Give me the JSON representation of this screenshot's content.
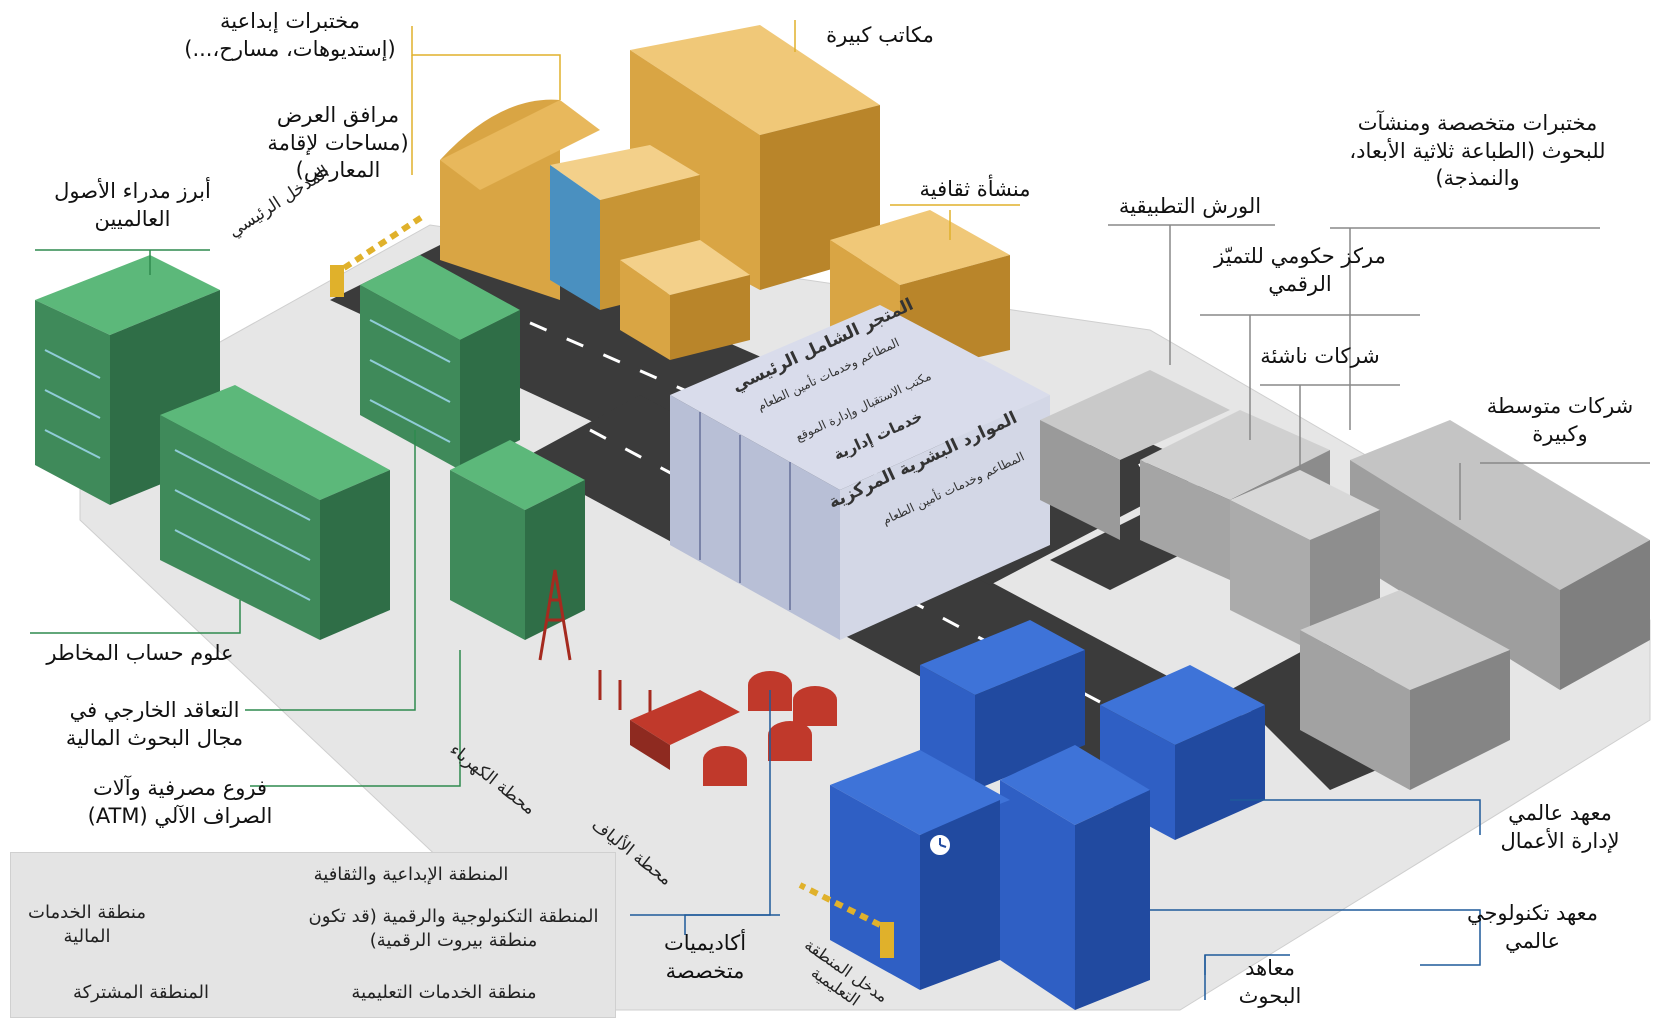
{
  "labels": {
    "creative_labs": "مختبرات إبداعية\n(إستديوهات، مسارح،...)",
    "big_offices": "مكاتب كبيرة",
    "exhibition": "مرافق العرض\n(مساحات لإقامة\nالمعارض)",
    "asset_managers": "أبرز مدراء الأصول\nالعالميين",
    "main_entrance": "المدخل الرئيسي",
    "cultural_facility": "منشأة ثقافية",
    "applied_workshops": "الورش التطبيقية",
    "research_labs": "مختبرات متخصصة ومنشآت\nللبحوث (الطباعة ثلاثية الأبعاد،\nوالنمذجة)",
    "gov_center": "مركز حكومي للتميّز\nالرقمي",
    "startups": "شركات ناشئة",
    "mid_large": "شركات متوسطة\nوكبيرة",
    "risk_sciences": "علوم حساب المخاطر",
    "outsourcing": "التعاقد الخارجي في\nمجال البحوث المالية",
    "bank_branches": "فروع مصرفية وآلات\nالصراف الآلي (ATM)",
    "power_station": "محطة الكهرباء",
    "fiber_station": "محطة الألياف",
    "academies": "أكاديميات\nمتخصصة",
    "edu_entrance": "مدخل المنطقة\nالتعليمية",
    "research_institutes": "معاهد\nالبحوث",
    "business_institute": "معهد عالمي\nلإدارة الأعمال",
    "tech_institute": "معهد تكنولوجي\nعالمي"
  },
  "center_signs": {
    "mall": "المتجر الشامل الرئيسي",
    "restaurants_1": "المطاعم وخدمات تأمين الطعام",
    "reception": "مكتب الاستقبال وإدارة الموقع",
    "admin_services": "خدمات إدارية",
    "hr": "الموارد البشرية المركزية",
    "restaurants_2": "المطاعم وخدمات تأمين الطعام"
  },
  "legend": {
    "creative_zone": "المنطقة الإبداعية والثقافية",
    "financial_zone": "منطقة الخدمات\nالمالية",
    "tech_zone": "المنطقة التكنولوجية والرقمية (قد تكون\nمنطقة بيروت الرقمية)",
    "shared_zone": "المنطقة المشتركة",
    "edu_zone": "منطقة الخدمات التعليمية"
  },
  "colors": {
    "creative": "#d9a544",
    "financial": "#3f8a5a",
    "tech": "#a9a9a9",
    "shared": "#b8bfd6",
    "education": "#2f5fc4",
    "power": "#c0392b",
    "road": "#3b3b3b",
    "leader_creative": "#e0b12b",
    "leader_financial": "#2f8a4e",
    "leader_tech": "#888888",
    "leader_edu": "#1f5a9a"
  }
}
